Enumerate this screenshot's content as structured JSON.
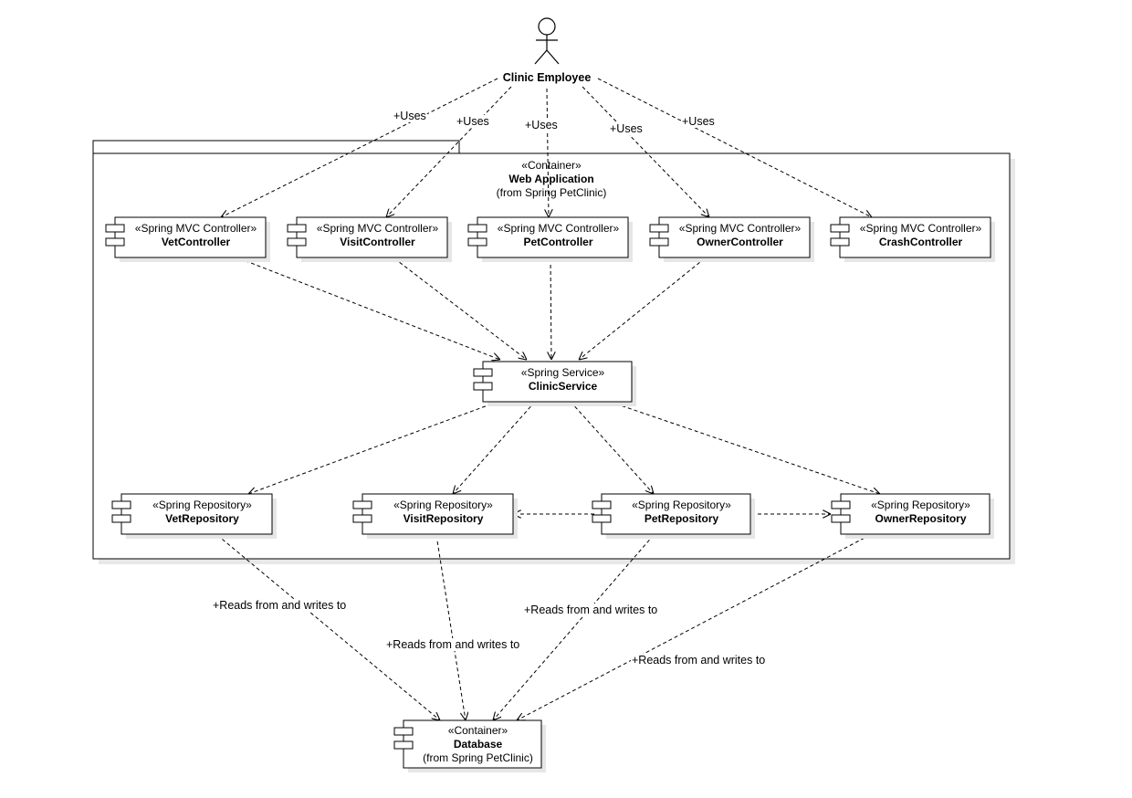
{
  "actor": {
    "name": "Clinic Employee"
  },
  "container": {
    "stereotype": "«Container»",
    "name": "Web Application",
    "origin": "(from Spring PetClinic)"
  },
  "controllers": [
    {
      "stereotype": "«Spring MVC Controller»",
      "name": "VetController"
    },
    {
      "stereotype": "«Spring MVC Controller»",
      "name": "VisitController"
    },
    {
      "stereotype": "«Spring MVC Controller»",
      "name": "PetController"
    },
    {
      "stereotype": "«Spring MVC Controller»",
      "name": "OwnerController"
    },
    {
      "stereotype": "«Spring MVC Controller»",
      "name": "CrashController"
    }
  ],
  "service": {
    "stereotype": "«Spring Service»",
    "name": "ClinicService"
  },
  "repositories": [
    {
      "stereotype": "«Spring Repository»",
      "name": "VetRepository"
    },
    {
      "stereotype": "«Spring Repository»",
      "name": "VisitRepository"
    },
    {
      "stereotype": "«Spring Repository»",
      "name": "PetRepository"
    },
    {
      "stereotype": "«Spring Repository»",
      "name": "OwnerRepository"
    }
  ],
  "database": {
    "stereotype": "«Container»",
    "name": "Database",
    "origin": "(from Spring PetClinic)"
  },
  "edge_labels": {
    "uses": [
      "+Uses",
      "+Uses",
      "+Uses",
      "+Uses",
      "+Uses"
    ],
    "reads_writes": [
      "+Reads from and writes to",
      "+Reads from and writes to",
      "+Reads from and writes to",
      "+Reads from and writes to"
    ]
  }
}
